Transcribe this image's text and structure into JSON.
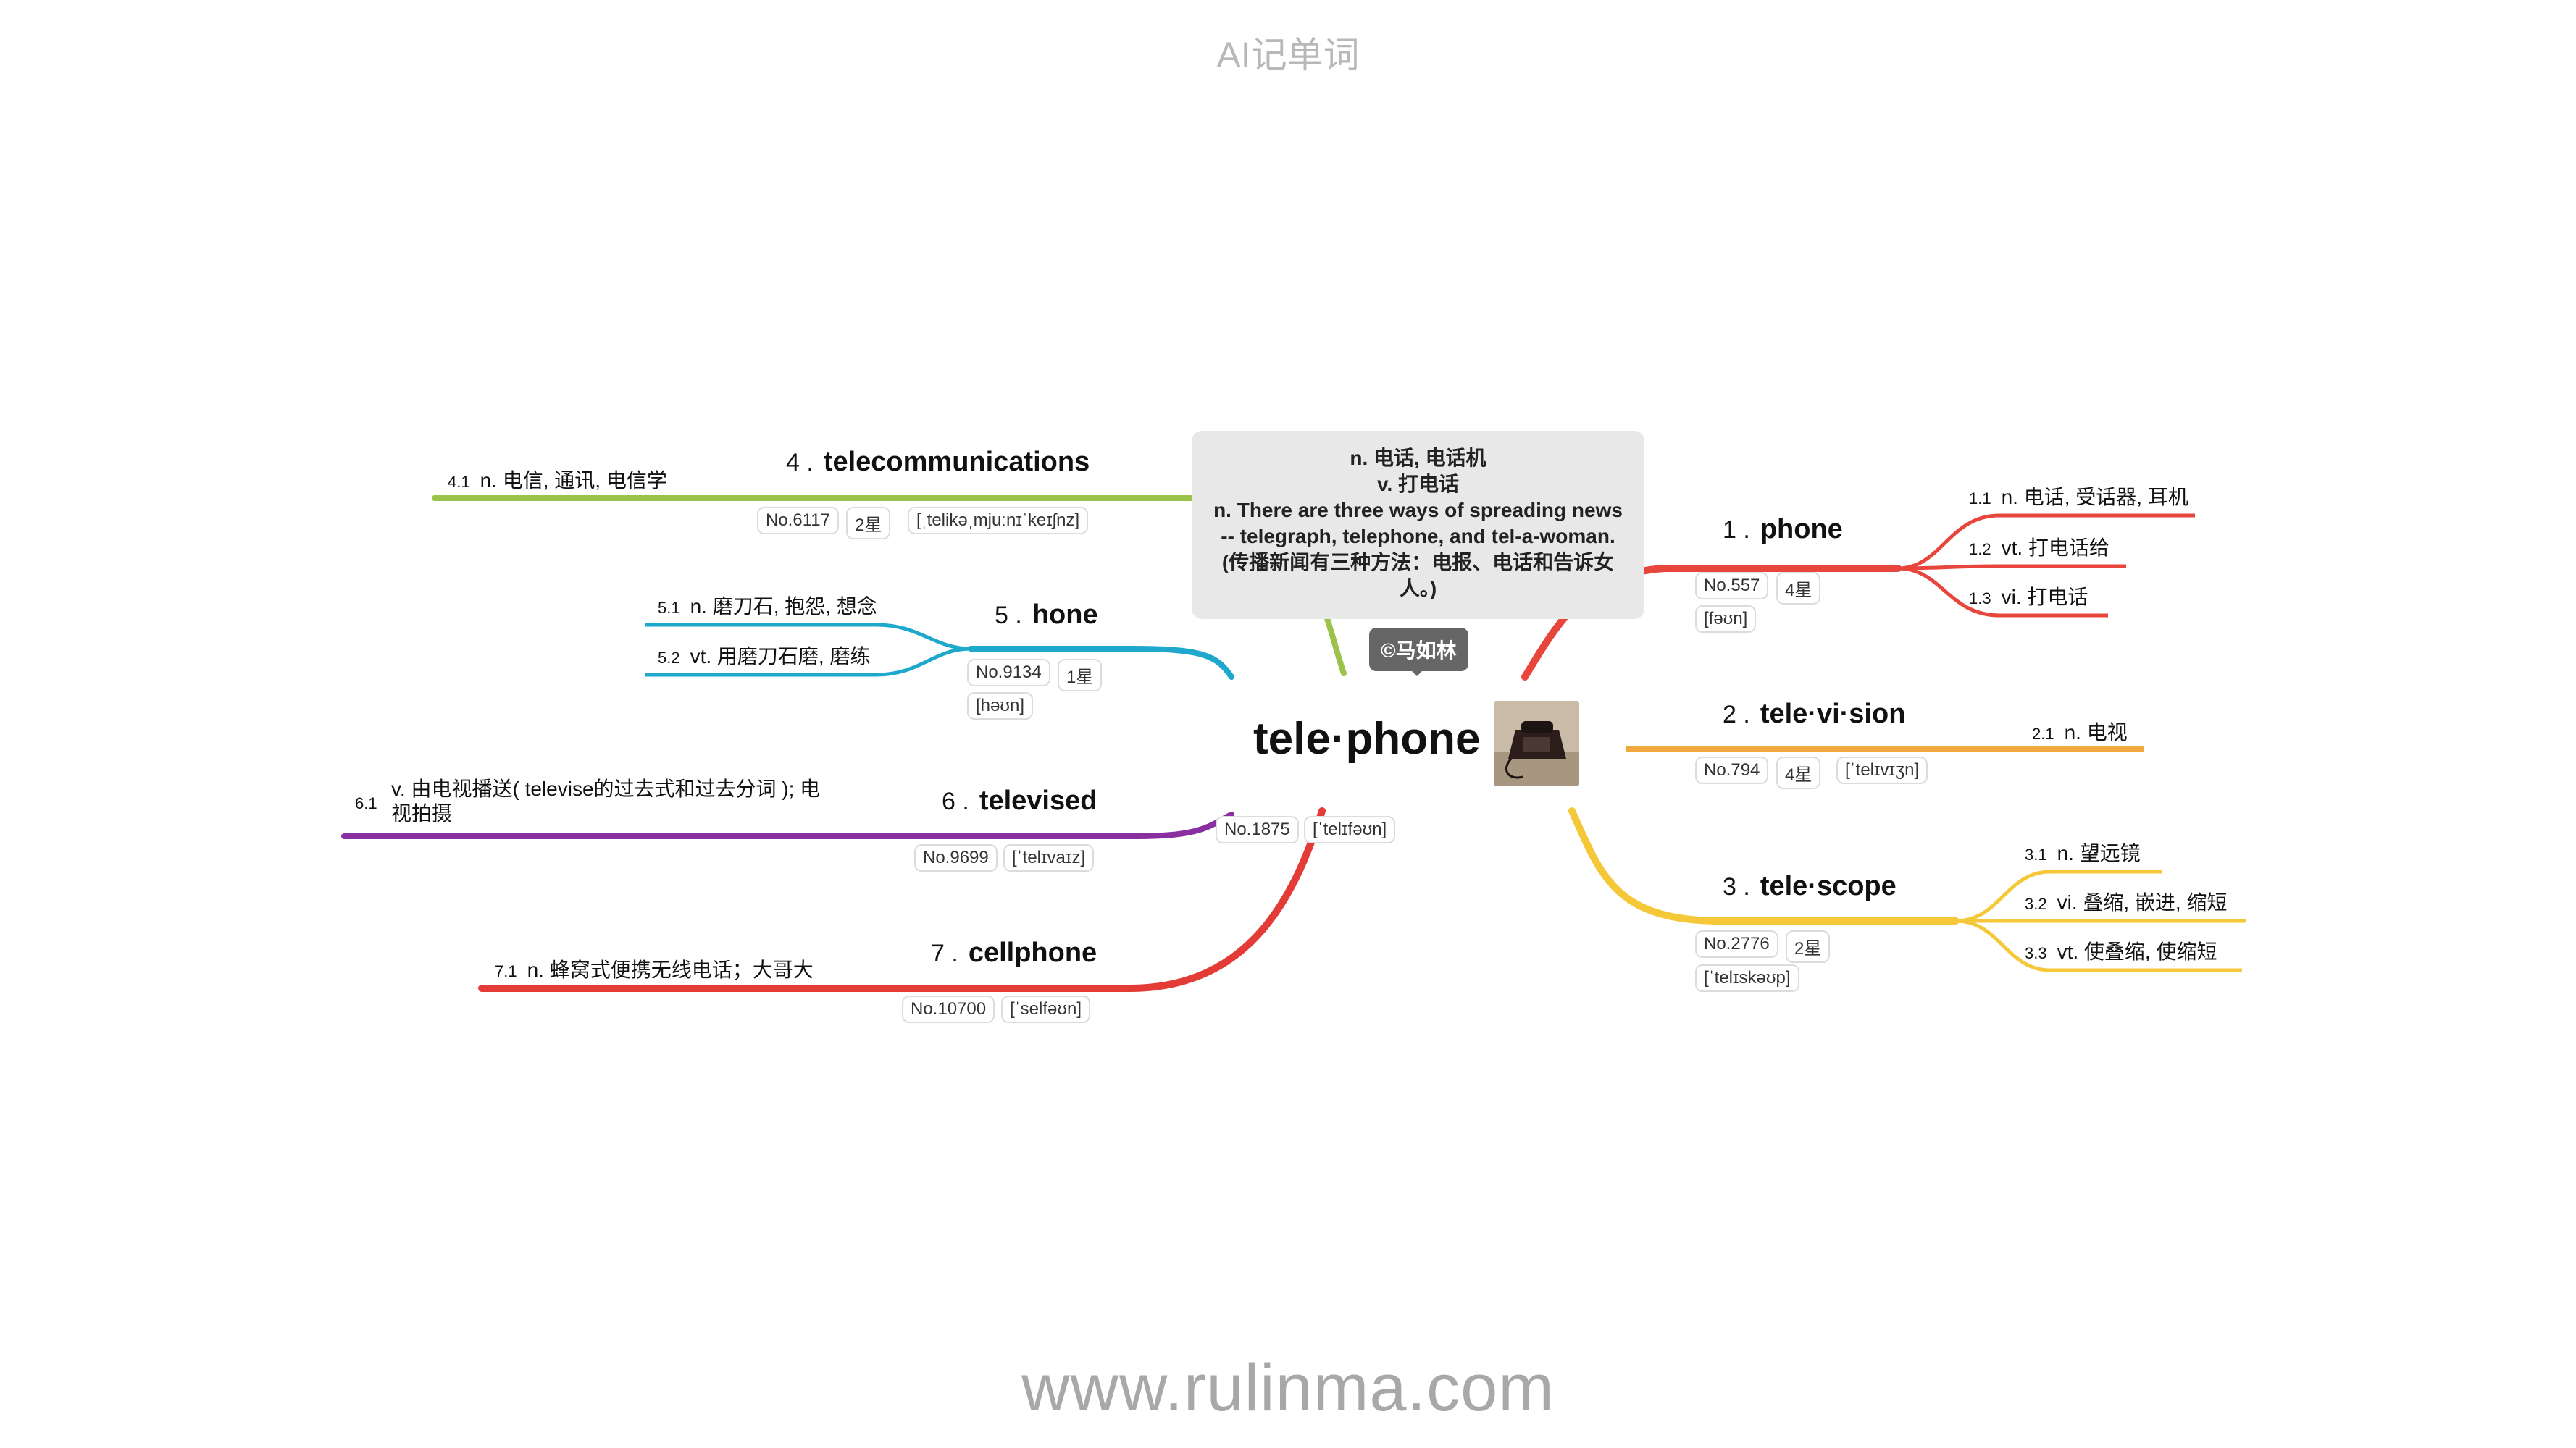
{
  "watermark_top": "AI记单词",
  "watermark_bottom": "www.rulinma.com",
  "center": {
    "word": "tele·phone",
    "image": "telephone-photo",
    "no": "No.1875",
    "ipa": "[ˈtelɪfəʊn]",
    "definitions": {
      "line1": "n. 电话, 电话机",
      "line2": "v. 打电话",
      "line3": "n. There are three ways of spreading news -- telegraph, telephone, and tel-a-woman. (传播新闻有三种方法：电报、电话和告诉女人。)"
    },
    "author": "©马如林"
  },
  "branches": [
    {
      "id": "1",
      "number": "1 .",
      "word": "phone",
      "color": "#e8453c",
      "no": "No.557",
      "stars": "4星",
      "ipa": "[fəʊn]",
      "defs": [
        {
          "num": "1.1",
          "text": "n. 电话, 受话器, 耳机"
        },
        {
          "num": "1.2",
          "text": "vt. 打电话给"
        },
        {
          "num": "1.3",
          "text": "vi. 打电话"
        }
      ]
    },
    {
      "id": "2",
      "number": "2 .",
      "word": "tele·vi·sion",
      "color": "#f0a93c",
      "no": "No.794",
      "stars": "4星",
      "ipa": "[ˈtelɪvɪʒn]",
      "defs": [
        {
          "num": "2.1",
          "text": "n. 电视"
        }
      ]
    },
    {
      "id": "3",
      "number": "3 .",
      "word": "tele·scope",
      "color": "#f5c83a",
      "no": "No.2776",
      "stars": "2星",
      "ipa": "[ˈtelɪskəʊp]",
      "defs": [
        {
          "num": "3.1",
          "text": "n. 望远镜"
        },
        {
          "num": "3.2",
          "text": "vi. 叠缩, 嵌进, 缩短"
        },
        {
          "num": "3.3",
          "text": "vt. 使叠缩, 使缩短"
        }
      ]
    },
    {
      "id": "4",
      "number": "4 .",
      "word": "telecommunications",
      "color": "#9bc24a",
      "no": "No.6117",
      "stars": "2星",
      "ipa": "[ˌtelikəˌmjuːnɪˈkeɪʃnz]",
      "defs": [
        {
          "num": "4.1",
          "text": "n. 电信, 通讯, 电信学"
        }
      ]
    },
    {
      "id": "5",
      "number": "5 .",
      "word": "hone",
      "color": "#1ea8cc",
      "no": "No.9134",
      "stars": "1星",
      "ipa": "[həʊn]",
      "defs": [
        {
          "num": "5.1",
          "text": "n. 磨刀石, 抱怨, 想念"
        },
        {
          "num": "5.2",
          "text": "vt. 用磨刀石磨, 磨练"
        }
      ]
    },
    {
      "id": "6",
      "number": "6 .",
      "word": "televised",
      "color": "#8a2fa0",
      "no": "No.9699",
      "ipa": "[ˈtelɪvaɪz]",
      "defs": [
        {
          "num": "6.1",
          "text": "v. 由电视播送( televise的过去式和过去分词 ); 电视拍摄"
        }
      ]
    },
    {
      "id": "7",
      "number": "7 .",
      "word": "cellphone",
      "color": "#e33b35",
      "no": "No.10700",
      "ipa": "[ˈselfəʊn]",
      "defs": [
        {
          "num": "7.1",
          "text": "n. 蜂窝式便携无线电话；大哥大"
        }
      ]
    }
  ]
}
